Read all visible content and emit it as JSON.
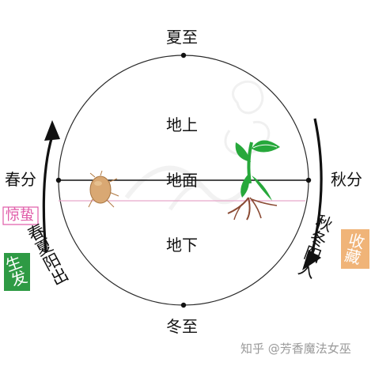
{
  "seasons": {
    "summer_solstice": "夏至",
    "winter_solstice": "冬至",
    "spring_equinox": "春分",
    "autumn_equinox": "秋分"
  },
  "zones": {
    "above_ground": "地上",
    "ground_surface": "地面",
    "below_ground": "地下"
  },
  "left_side": {
    "phrase": "春夏阳出",
    "boxed_tag": "惊蛰",
    "green_tag": "生发"
  },
  "right_side": {
    "phrase": "秋冬阳入",
    "orange_tag": "收藏"
  },
  "watermark": "知乎 @芳香魔法女巫",
  "colors": {
    "circle": "#2a2a2a",
    "pink_line": "#e7a6c9",
    "jingzhe_text": "#e05aa8",
    "jingzhe_border": "#e05aa8",
    "shengfa_bg": "#2e9a44",
    "shouzang_bg": "#f0b478",
    "plant_green": "#27a83b",
    "root_brown": "#8a4a33",
    "mite_tan": "#d9a873"
  }
}
